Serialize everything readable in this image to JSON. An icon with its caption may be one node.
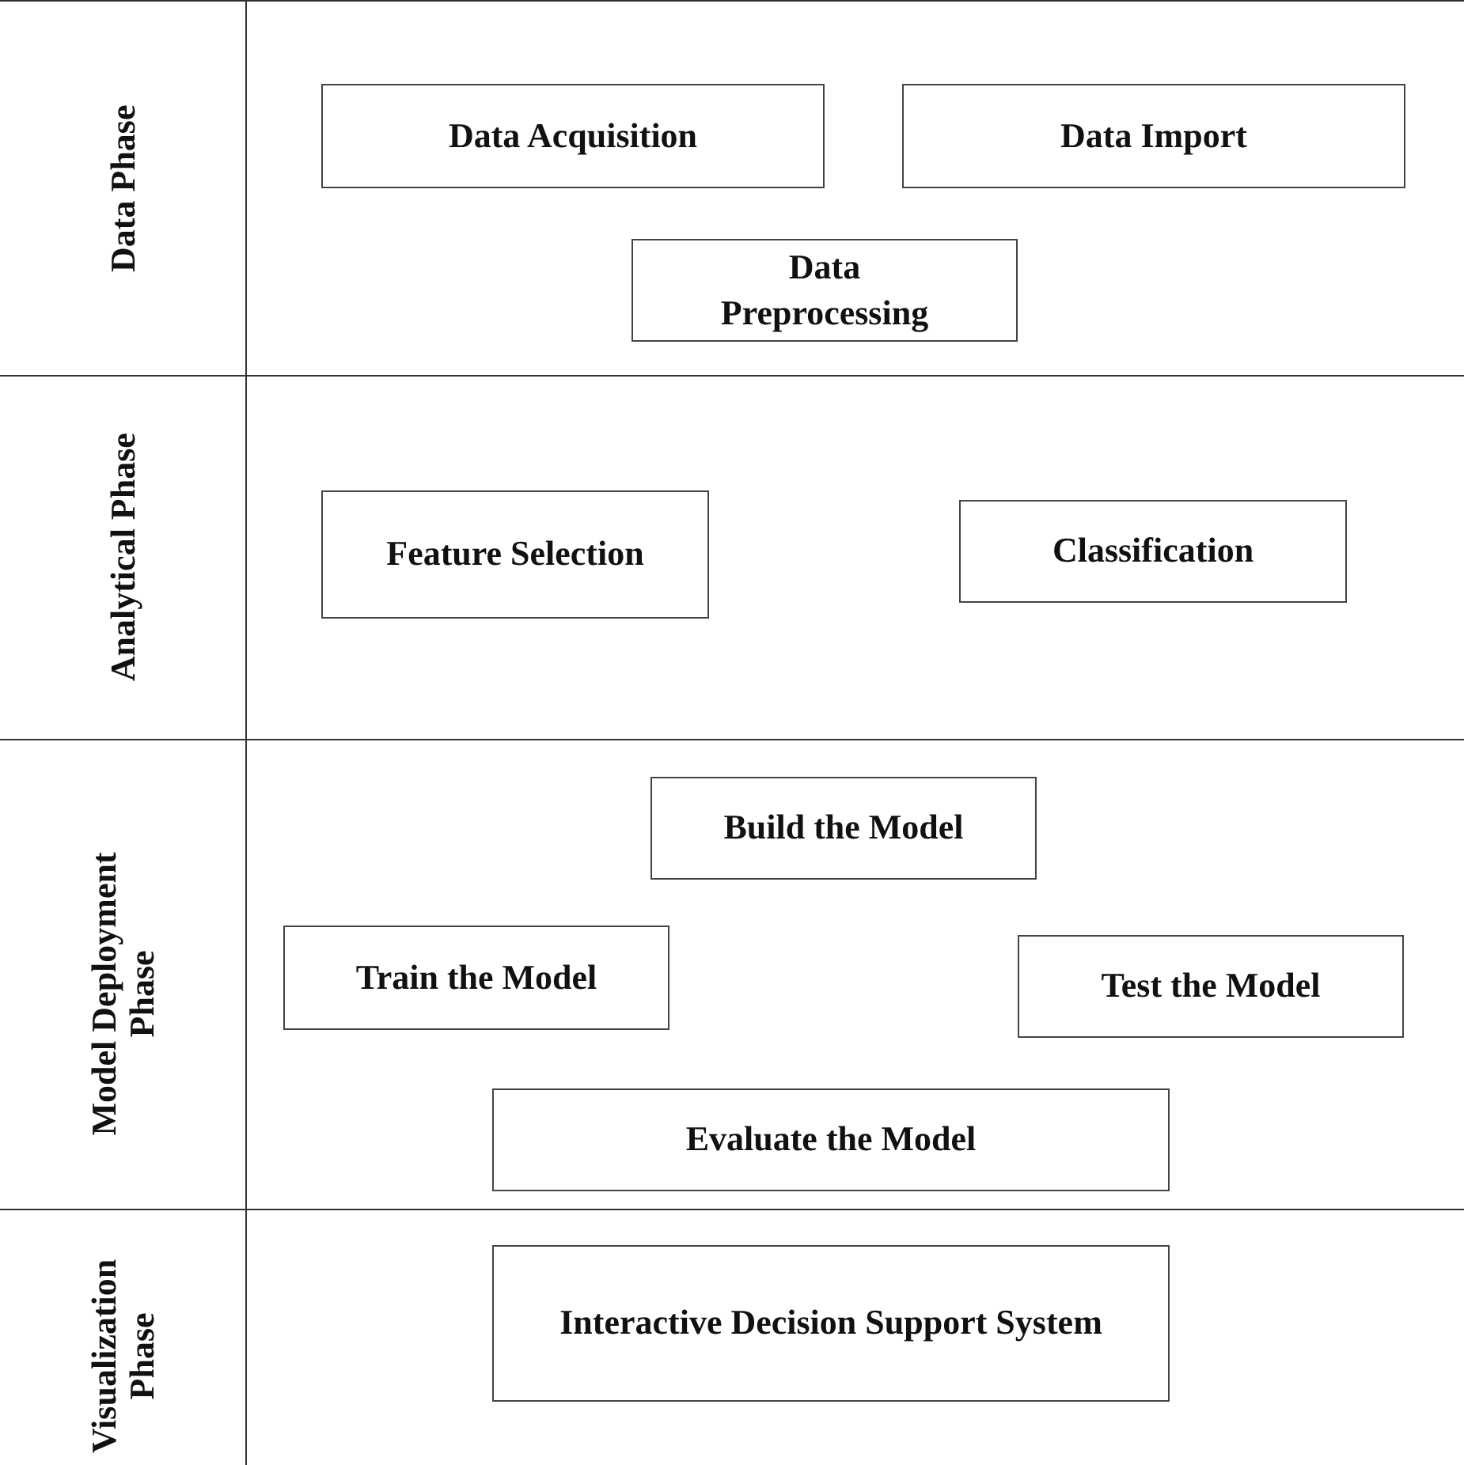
{
  "diagram": {
    "nodes": [
      {
        "text": [
          "Data Phase"
        ]
      },
      {
        "text": [
          "Data Acquisition"
        ],
        "in": 0
      },
      {
        "text": [
          "Data Import"
        ],
        "in": 0
      },
      {
        "text": [
          "Data Preprocessing"
        ],
        "in": 0
      },
      {
        "text": [
          "Analytical Phase"
        ]
      },
      {
        "text": [
          "Feature Selection"
        ],
        "in": 4
      },
      {
        "text": [
          "Classification"
        ],
        "in": 4
      },
      {
        "text": [
          "Model Deployment Phase"
        ]
      },
      {
        "text": [
          "Build the Model"
        ],
        "in": 7
      },
      {
        "text": [
          "Train the Model"
        ],
        "in": 7
      },
      {
        "text": [
          "Test the Model"
        ],
        "in": 7
      },
      {
        "text": [
          "Evaluate the Model"
        ],
        "in": 7
      },
      {
        "text": [
          "Visualization Phase"
        ]
      },
      {
        "text": [
          "Interactive Decision Support System"
        ],
        "in": 12
      }
    ]
  }
}
